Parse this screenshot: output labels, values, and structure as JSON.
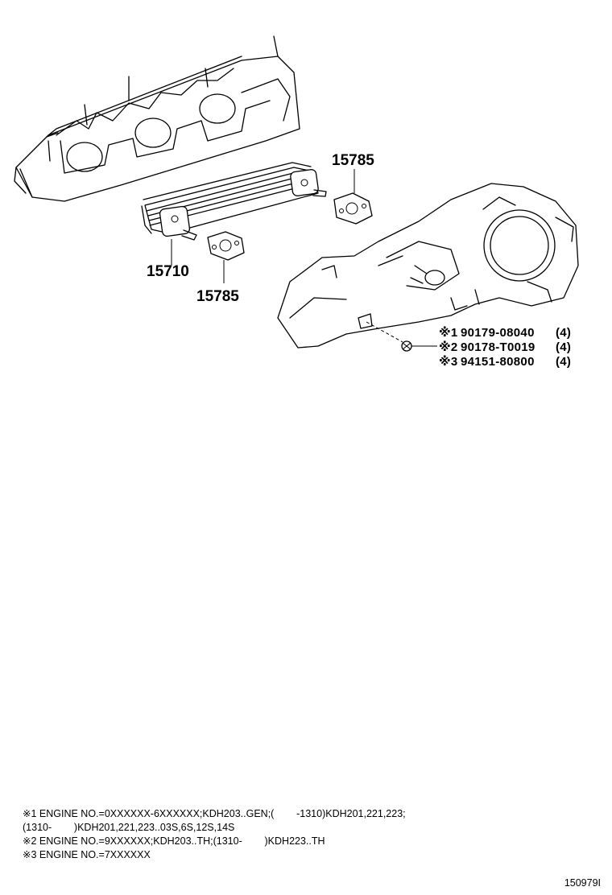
{
  "callouts": {
    "gasket_upper": "15785",
    "cooler": "15710",
    "gasket_lower": "15785"
  },
  "parts": [
    {
      "mark": "※1",
      "number": "90179-08040",
      "qty": "(4)"
    },
    {
      "mark": "※2",
      "number": "90178-T0019",
      "qty": "(4)"
    },
    {
      "mark": "※3",
      "number": "94151-80800",
      "qty": "(4)"
    }
  ],
  "notes": [
    "※1 ENGINE NO.=0XXXXXX-6XXXXXX;KDH203..GEN;(        -1310)KDH201,221,223;",
    "(1310-        )KDH201,221,223..03S,6S,12S,14S",
    "※2 ENGINE NO.=9XXXXXX;KDH203..TH;(1310-        )KDH223..TH",
    "※3 ENGINE NO.=7XXXXXX"
  ],
  "figure_id": "150979I"
}
